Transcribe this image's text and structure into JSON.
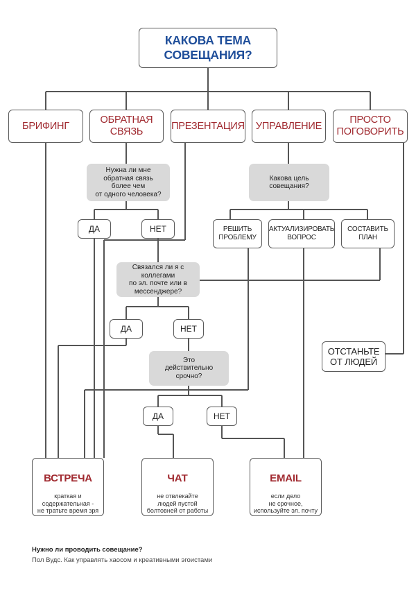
{
  "title": "КАКОВА ТЕМА СОВЕЩАНИЯ?",
  "categories": [
    "БРИФИНГ",
    "ОБРАТНАЯ\nСВЯЗЬ",
    "ПРЕЗЕНТАЦИЯ",
    "УПРАВЛЕНИЕ",
    "ПРОСТО\nПОГОВОРИТЬ"
  ],
  "questions": {
    "feedback": "Нужна ли мне\nобратная связь\nболее чем\nот одного человека?",
    "goal": "Какова цель\nсовещания?",
    "contacted": "Связался ли я с\nколлегами\nпо эл. почте или в\nмессенджере?",
    "urgent": "Это\nдействительно\nсрочно?"
  },
  "answers": {
    "yes": "ДА",
    "no": "НЕТ"
  },
  "goals": [
    "РЕШИТЬ\nПРОБЛЕМУ",
    "АКТУАЛИЗИРОВАТЬ\nВОПРОС",
    "СОСТАВИТЬ\nПЛАН"
  ],
  "leave_alone": "ОТСТАНЬТЕ\nОТ ЛЮДЕЙ",
  "results": [
    {
      "title": "ВСТРЕЧА",
      "desc": "краткая и\nсодержательная -\nне тратьте время зря"
    },
    {
      "title": "ЧАТ",
      "desc": "не отвлекайте\nлюдей пустой\nболтовней от работы"
    },
    {
      "title": "EMAIL",
      "desc": "если дело\nне срочное,\nиспользуйте эл. почту"
    }
  ],
  "footer": {
    "question": "Нужно ли проводить совещание?",
    "source": "Пол Вудс. Как управлять хаосом и креативными эгоистами"
  }
}
